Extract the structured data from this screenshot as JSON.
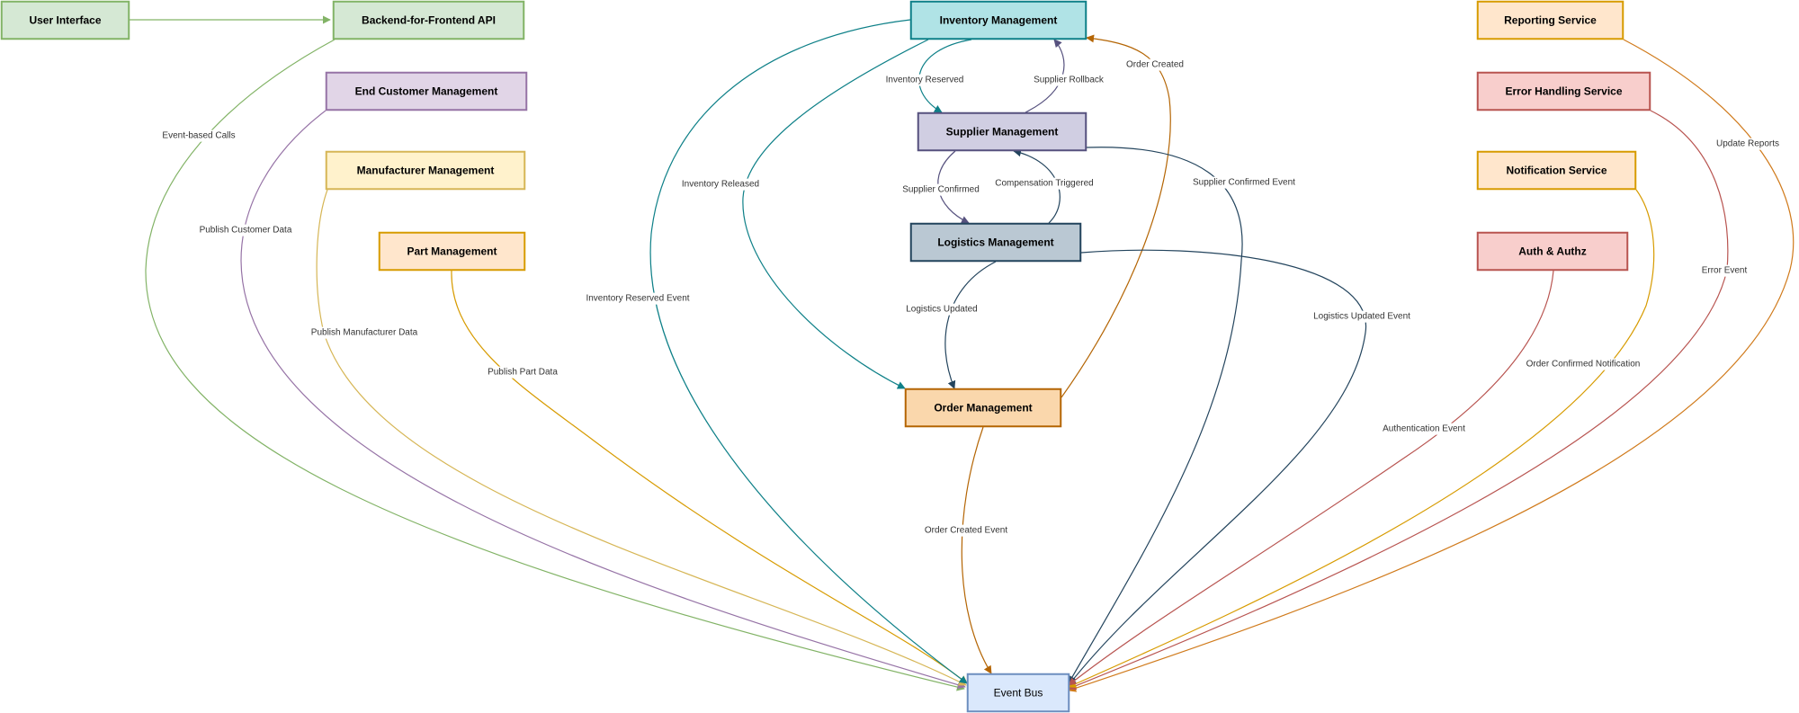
{
  "diagram": {
    "nodes": {
      "ui": {
        "label": "User Interface",
        "fill": "#d5e8d4",
        "stroke": "#82b366"
      },
      "bff": {
        "label": "Backend-for-Frontend API",
        "fill": "#d5e8d4",
        "stroke": "#82b366"
      },
      "customer": {
        "label": "End Customer Management",
        "fill": "#e1d5e7",
        "stroke": "#9673a6"
      },
      "manufacturer": {
        "label": "Manufacturer Management",
        "fill": "#fff2cc",
        "stroke": "#d6b656"
      },
      "part": {
        "label": "Part Management",
        "fill": "#ffe6cc",
        "stroke": "#d79b00"
      },
      "inventory": {
        "label": "Inventory Management",
        "fill": "#b0e3e6",
        "stroke": "#0e8088"
      },
      "supplier": {
        "label": "Supplier Management",
        "fill": "#d0cee2",
        "stroke": "#56517e"
      },
      "logistics": {
        "label": "Logistics Management",
        "fill": "#bac8d3",
        "stroke": "#23445d"
      },
      "order": {
        "label": "Order Management",
        "fill": "#fad7ac",
        "stroke": "#b46504"
      },
      "eventbus": {
        "label": "Event Bus",
        "fill": "#dae8fc",
        "stroke": "#6c8ebf"
      },
      "reporting": {
        "label": "Reporting Service",
        "fill": "#ffe6cc",
        "stroke": "#d79b00"
      },
      "error": {
        "label": "Error Handling Service",
        "fill": "#f8cecc",
        "stroke": "#b85450"
      },
      "notification": {
        "label": "Notification Service",
        "fill": "#ffe6cc",
        "stroke": "#d79b00"
      },
      "auth": {
        "label": "Auth & Authz",
        "fill": "#f8cecc",
        "stroke": "#b85450"
      }
    },
    "edges": [
      {
        "id": "ui-bff",
        "from": "ui",
        "to": "bff",
        "label": "",
        "color": "#82b366"
      },
      {
        "id": "bff-eventbus",
        "from": "bff",
        "to": "eventbus",
        "label": "Event-based Calls",
        "color": "#82b366"
      },
      {
        "id": "customer-eventbus",
        "from": "customer",
        "to": "eventbus",
        "label": "Publish Customer Data",
        "color": "#9673a6"
      },
      {
        "id": "manufacturer-eventbus",
        "from": "manufacturer",
        "to": "eventbus",
        "label": "Publish Manufacturer Data",
        "color": "#d6b656"
      },
      {
        "id": "part-eventbus",
        "from": "part",
        "to": "eventbus",
        "label": "Publish Part Data",
        "color": "#d79b00"
      },
      {
        "id": "inventory-eventbus",
        "from": "inventory",
        "to": "eventbus",
        "label": "Inventory Reserved Event",
        "color": "#0e8088"
      },
      {
        "id": "inventory-order",
        "from": "inventory",
        "to": "order",
        "label": "Inventory Released",
        "color": "#0e8088"
      },
      {
        "id": "inventory-supplier",
        "from": "inventory",
        "to": "supplier",
        "label": "Inventory Reserved",
        "color": "#0e8088"
      },
      {
        "id": "supplier-inventory",
        "from": "supplier",
        "to": "inventory",
        "label": "Supplier Rollback",
        "color": "#56517e"
      },
      {
        "id": "supplier-logistics",
        "from": "supplier",
        "to": "logistics",
        "label": "Supplier Confirmed",
        "color": "#56517e"
      },
      {
        "id": "logistics-supplier",
        "from": "logistics",
        "to": "supplier",
        "label": "Compensation Triggered",
        "color": "#23445d"
      },
      {
        "id": "logistics-order",
        "from": "logistics",
        "to": "order",
        "label": "Logistics Updated",
        "color": "#23445d"
      },
      {
        "id": "order-inventory",
        "from": "order",
        "to": "inventory",
        "label": "Order Created",
        "color": "#b46504"
      },
      {
        "id": "order-eventbus",
        "from": "order",
        "to": "eventbus",
        "label": "Order Created Event",
        "color": "#b46504"
      },
      {
        "id": "supplier-eventbus",
        "from": "supplier",
        "to": "eventbus",
        "label": "Supplier Confirmed Event",
        "color": "#23445d"
      },
      {
        "id": "logistics-eventbus",
        "from": "logistics",
        "to": "eventbus",
        "label": "Logistics Updated Event",
        "color": "#23445d"
      },
      {
        "id": "reporting-eventbus",
        "from": "reporting",
        "to": "eventbus",
        "label": "Update Reports",
        "color": "#d07a1b"
      },
      {
        "id": "error-eventbus",
        "from": "error",
        "to": "eventbus",
        "label": "Error Event",
        "color": "#b85450"
      },
      {
        "id": "notification-eventbus",
        "from": "notification",
        "to": "eventbus",
        "label": "Order Confirmed Notification",
        "color": "#d79b00"
      },
      {
        "id": "auth-eventbus",
        "from": "auth",
        "to": "eventbus",
        "label": "Authentication Event",
        "color": "#b85450"
      }
    ]
  }
}
